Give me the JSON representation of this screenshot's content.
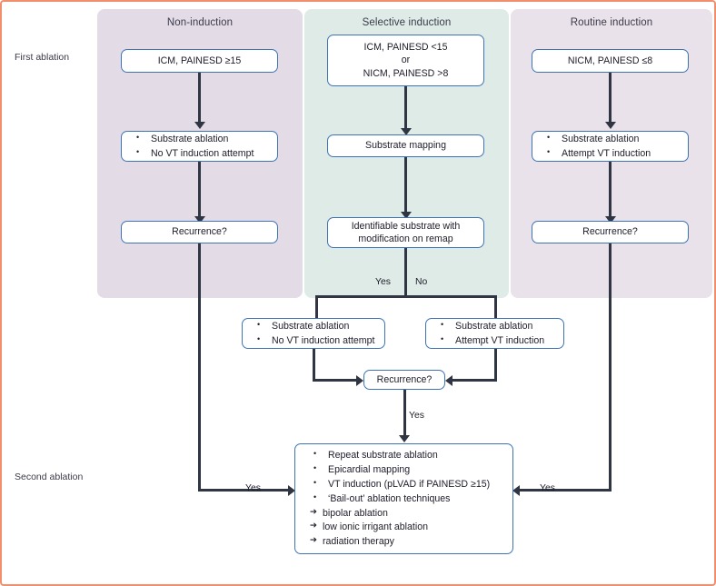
{
  "figure": {
    "border_color": "#ef8f6e",
    "panel_purple": "#e3dce7",
    "panel_green": "#dfebe7",
    "node_border": "#3e74b3",
    "edge_color": "#2f3542"
  },
  "stage_labels": {
    "first": "First ablation",
    "second": "Second ablation"
  },
  "columns": [
    {
      "title": "Non-induction",
      "color": "#e3dce7"
    },
    {
      "title": "Selective induction",
      "color": "#dfebe7"
    },
    {
      "title": "Routine induction",
      "color": "#e9e2ea"
    }
  ],
  "nodes": {
    "left_entry": {
      "text": "ICM, PAINESD ≥15"
    },
    "mid_entry": {
      "line1": "ICM, PAINESD <15",
      "line2": "or",
      "line3": "NICM, PAINESD >8"
    },
    "right_entry": {
      "text": "NICM, PAINESD ≤8"
    },
    "left_treat": {
      "bullets": [
        "Substrate ablation",
        "No VT induction attempt"
      ]
    },
    "right_treat": {
      "bullets": [
        "Substrate ablation",
        "Attempt VT induction"
      ]
    },
    "mid_mapping": {
      "text": "Substrate mapping"
    },
    "mid_decision": {
      "line1": "Identifiable substrate with",
      "line2": "modification on remap"
    },
    "left_recurrence": {
      "text": "Recurrence?"
    },
    "right_recurrence": {
      "text": "Recurrence?"
    },
    "yes_treat": {
      "bullets": [
        "Substrate ablation",
        "No VT induction attempt"
      ]
    },
    "no_treat": {
      "bullets": [
        "Substrate ablation",
        "Attempt VT induction"
      ]
    },
    "mid_recurrence": {
      "text": "Recurrence?"
    },
    "second_ablation": {
      "bullets": [
        "Repeat substrate ablation",
        "Epicardial mapping",
        "VT induction (pLVAD if PAINESD ≥15)",
        "‘Bail-out’ ablation techniques"
      ],
      "sub_bullets": [
        "bipolar ablation",
        "low ionic irrigant ablation",
        "radiation therapy"
      ]
    }
  },
  "edge_labels": {
    "branch_yes": "Yes",
    "branch_no": "No",
    "mid_yes": "Yes",
    "left_yes": "Yes",
    "right_yes": "Yes"
  }
}
